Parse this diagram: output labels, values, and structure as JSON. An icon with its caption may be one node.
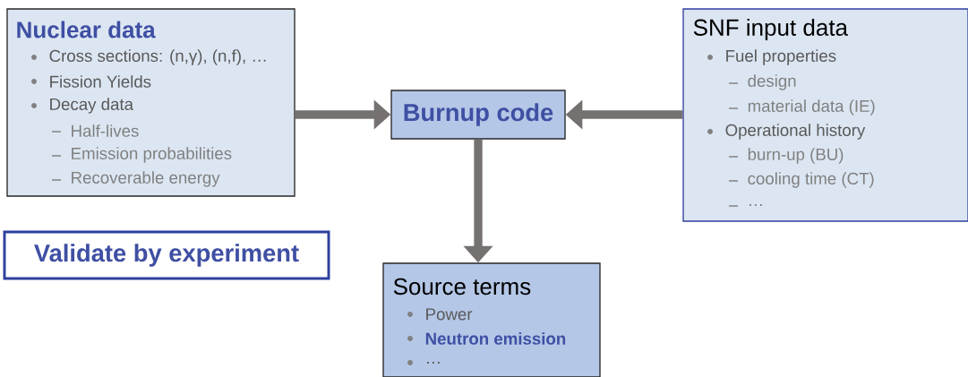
{
  "diagram": {
    "nodes": [
      {
        "text": [
          "Nuclear data",
          "Cross sections: (n,γ), (n,f), …",
          "Fission Yields",
          "Decay data",
          "Half-lives",
          "Emission probabilities",
          "Recoverable energy"
        ]
      },
      {
        "text": [
          "Burnup code"
        ]
      },
      {
        "text": [
          "SNF input data",
          "Fuel properties",
          "design",
          "material data (IE)",
          "Operational history",
          "burn-up (BU)",
          "cooling time (CT)",
          "…"
        ]
      },
      {
        "text": [
          "Validate by experiment"
        ]
      },
      {
        "text": [
          "Source terms",
          "Power",
          "Neutron emission",
          "…"
        ]
      }
    ],
    "edges": [
      {
        "from": 0,
        "to": 1,
        "arrow": "to"
      },
      {
        "from": 2,
        "to": 1,
        "arrow": "to"
      },
      {
        "from": 1,
        "to": 4,
        "arrow": "to"
      }
    ]
  }
}
